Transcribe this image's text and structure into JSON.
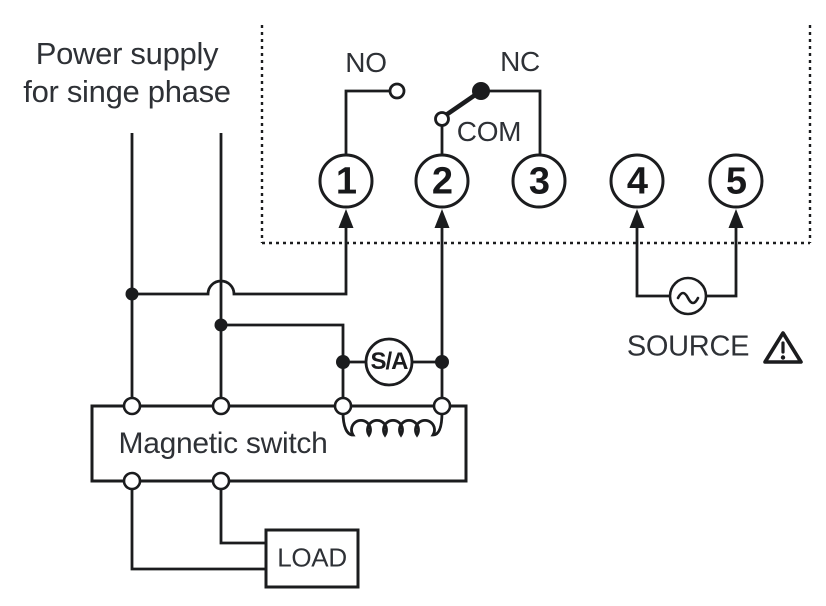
{
  "diagram": {
    "power_supply": {
      "line1": "Power supply",
      "line2": "for singe phase"
    },
    "relay": {
      "no_label": "NO",
      "nc_label": "NC",
      "com_label": "COM"
    },
    "terminals": [
      {
        "label": "1"
      },
      {
        "label": "2"
      },
      {
        "label": "3"
      },
      {
        "label": "4"
      },
      {
        "label": "5"
      }
    ],
    "sa": {
      "label": "S/A"
    },
    "source": {
      "label": "SOURCE"
    },
    "magnetic_switch": {
      "label": "Magnetic switch"
    },
    "load": {
      "label": "LOAD"
    },
    "icons": {
      "warning": "warning-triangle-icon",
      "ac_source": "ac-sine-icon"
    },
    "colors": {
      "line": "#1b1c1e",
      "text": "#2e3136",
      "background": "#ffffff"
    }
  }
}
